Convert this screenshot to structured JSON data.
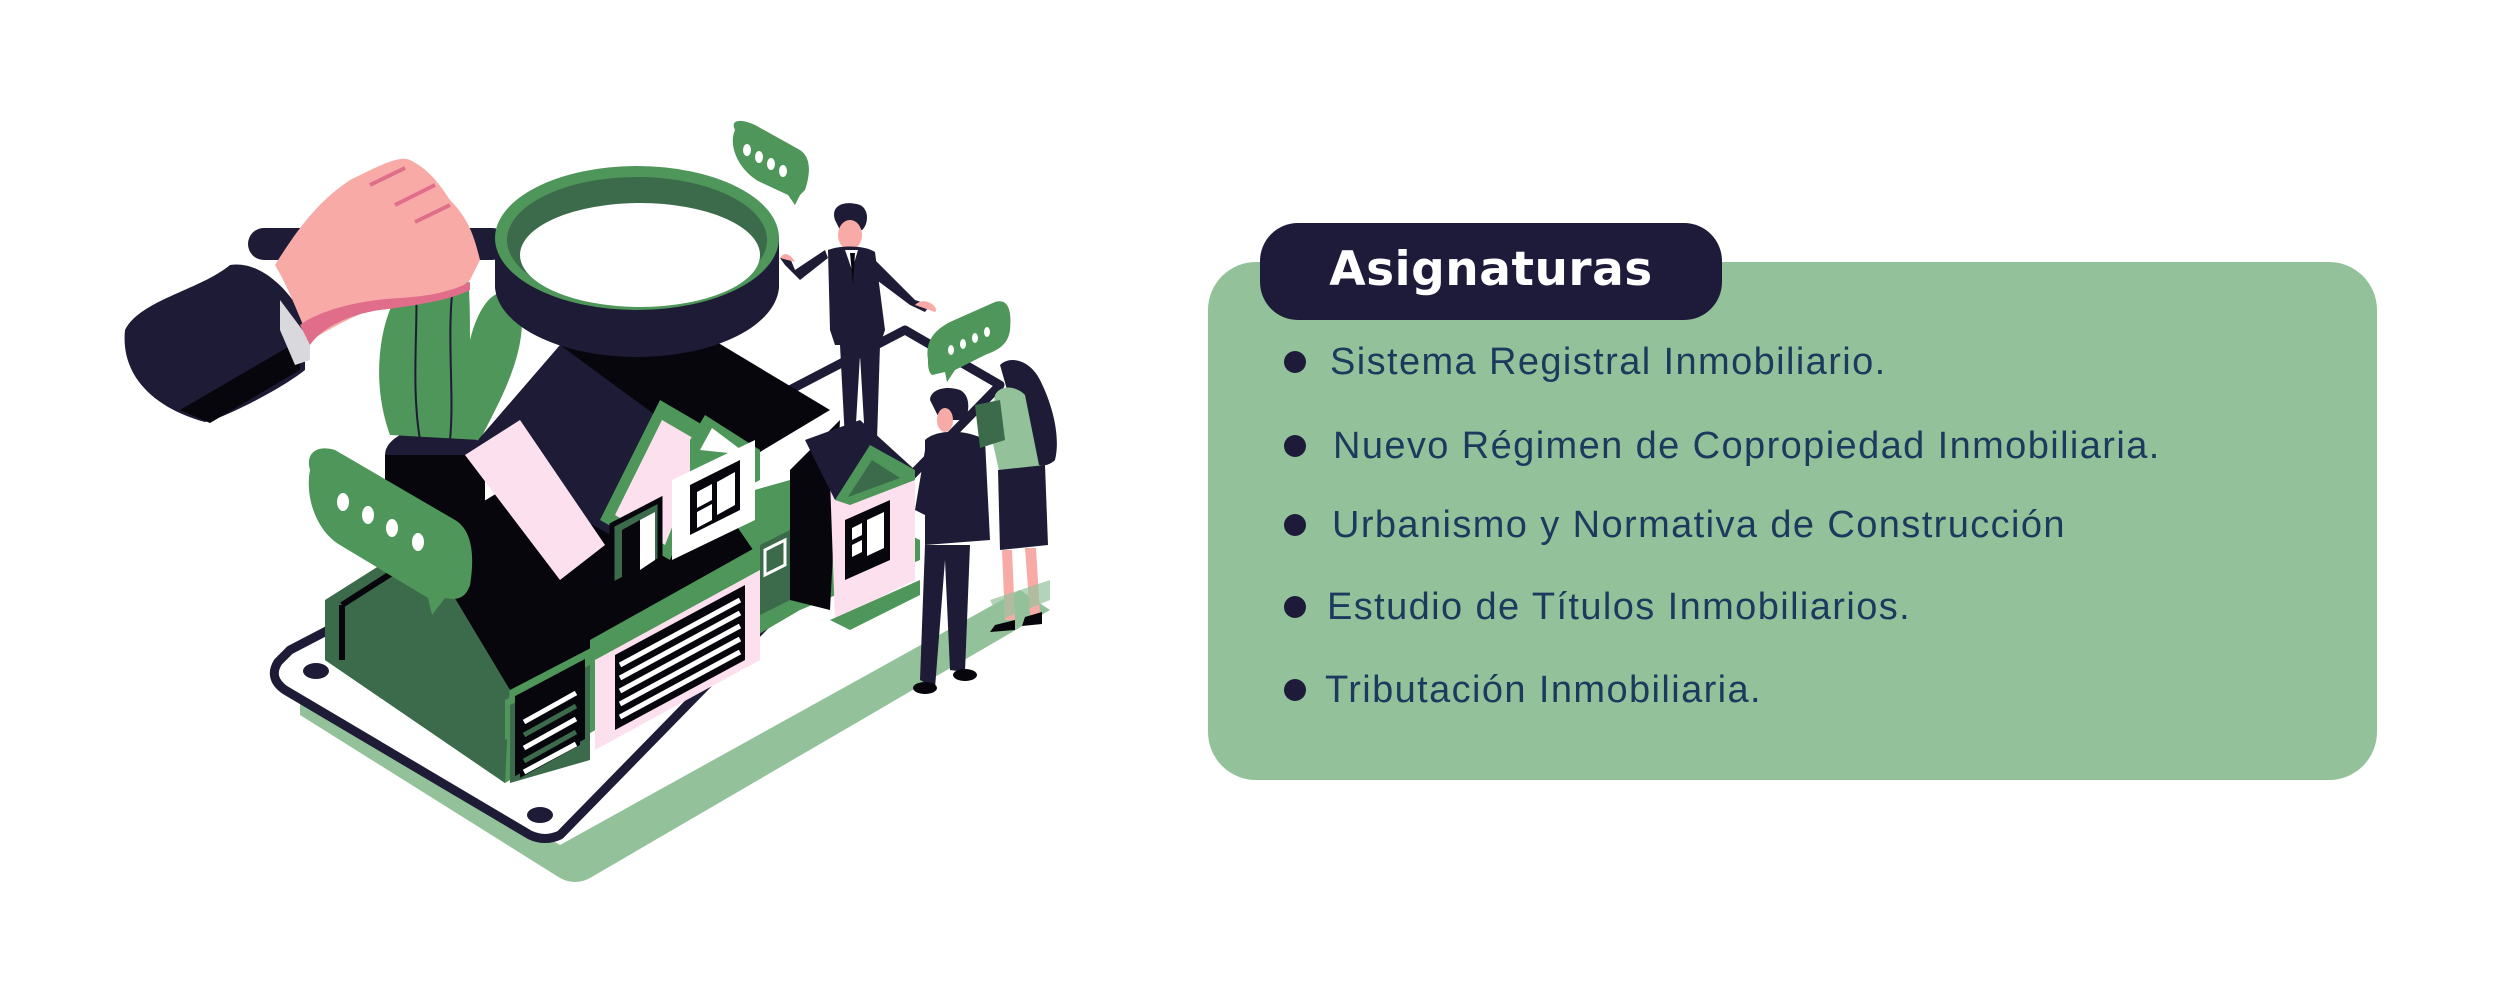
{
  "colors": {
    "panel_green": "#93C29A",
    "title_pill_navy": "#1E1B3A",
    "title_text": "#FFFFFF",
    "item_text": "#1D3A5E",
    "bullet": "#1E1B3A",
    "illustration_green": "#4E9659",
    "illustration_dark_green": "#3B6B4A",
    "illustration_navy": "#1E1B36",
    "illustration_black": "#07060D",
    "illustration_pink_skin": "#F8ABA6",
    "illustration_pink_shade": "#E06E8A",
    "illustration_wall_pink": "#FCE0EE",
    "illustration_shadow_green": "#93C29A"
  },
  "illustration": {
    "description": "Isometric illustration: a hand holding a magnifying glass over a house model on a tablet board, with business people and speech bubbles",
    "elements": [
      "hand-with-magnifier",
      "house-model",
      "plant-pot",
      "speech-bubbles",
      "businessman-presenting",
      "businessman-and-woman-viewing"
    ]
  },
  "card": {
    "title": "Asignaturas",
    "items": [
      {
        "label": "Sistema Registral Inmobiliario."
      },
      {
        "label": "Nuevo Régimen de Copropiedad Inmobiliaria."
      },
      {
        "label": "Urbanismo y Normativa de Construcción"
      },
      {
        "label": "Estudio de Títulos Inmobiliarios."
      },
      {
        "label": "Tributación Inmobiliaria."
      }
    ]
  }
}
